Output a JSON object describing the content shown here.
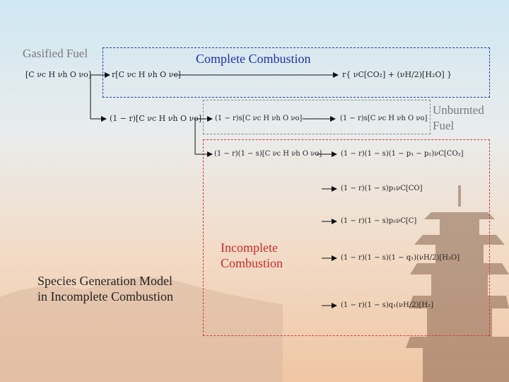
{
  "labels": {
    "gasified_fuel": "Gasified Fuel",
    "complete_combustion": "Complete Combustion",
    "unburnt_fuel_1": "Unburnted",
    "unburnt_fuel_2": "Fuel",
    "incomplete_1": "Incomplete",
    "incomplete_2": "Combustion",
    "model_1": "Species Generation Model",
    "model_2": "in Incomplete Combustion"
  },
  "equations": {
    "fuel": "[C νc H νh O νo]",
    "r_fuel": "r[C νc H νh O νc]",
    "complete_products": "r{ νC[CO₂] + (νH/2)[H₂O] }",
    "one_minus_r_fuel_a": "(1 − r)[C νc H νh O νo]",
    "one_minus_r_fuel_b": "(1 − r)s[C νc H νh O νo]",
    "one_minus_r_fuel_c": "(1 − r)s[C νc H νh O νo]",
    "incomplete_fuel": "(1 − r)(1 − s)[C νc H νh O νo]",
    "co2": "(1 − r)(1 − s)(1 − p₁ − p₂)νC[CO₂]",
    "co": "(1 − r)(1 − s)p₁νC[CO]",
    "c": "(1 − r)(1 − s)p₂νC[C]",
    "h2o": "(1 − r)(1 − s)(1 − q₁)(νH/2)[H₂O]",
    "h2": "(1 − r)(1 − s)q₁(νH/2)[H₂]"
  },
  "colors": {
    "complete_box": "#2a3fa0",
    "unburnt_box": "#888888",
    "incomplete_box": "#d23a3a"
  }
}
